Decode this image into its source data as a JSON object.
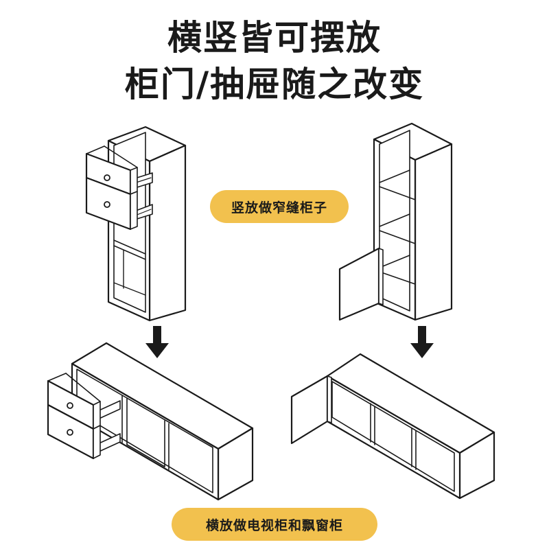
{
  "headline": {
    "line1": "横竖皆可摆放",
    "line2": "柜门/抽屉随之改变"
  },
  "labels": {
    "vertical": "竖放做窄缝柜子",
    "horizontal": "横放做电视柜和飘窗柜"
  },
  "colors": {
    "accent": "#f2c14e",
    "text": "#1a1a1a",
    "line": "#1a1a1a",
    "panel": "#ffffff"
  },
  "icons": [
    "arrow-down-icon",
    "drawer-knob-icon",
    "drawer-slide-icon"
  ]
}
